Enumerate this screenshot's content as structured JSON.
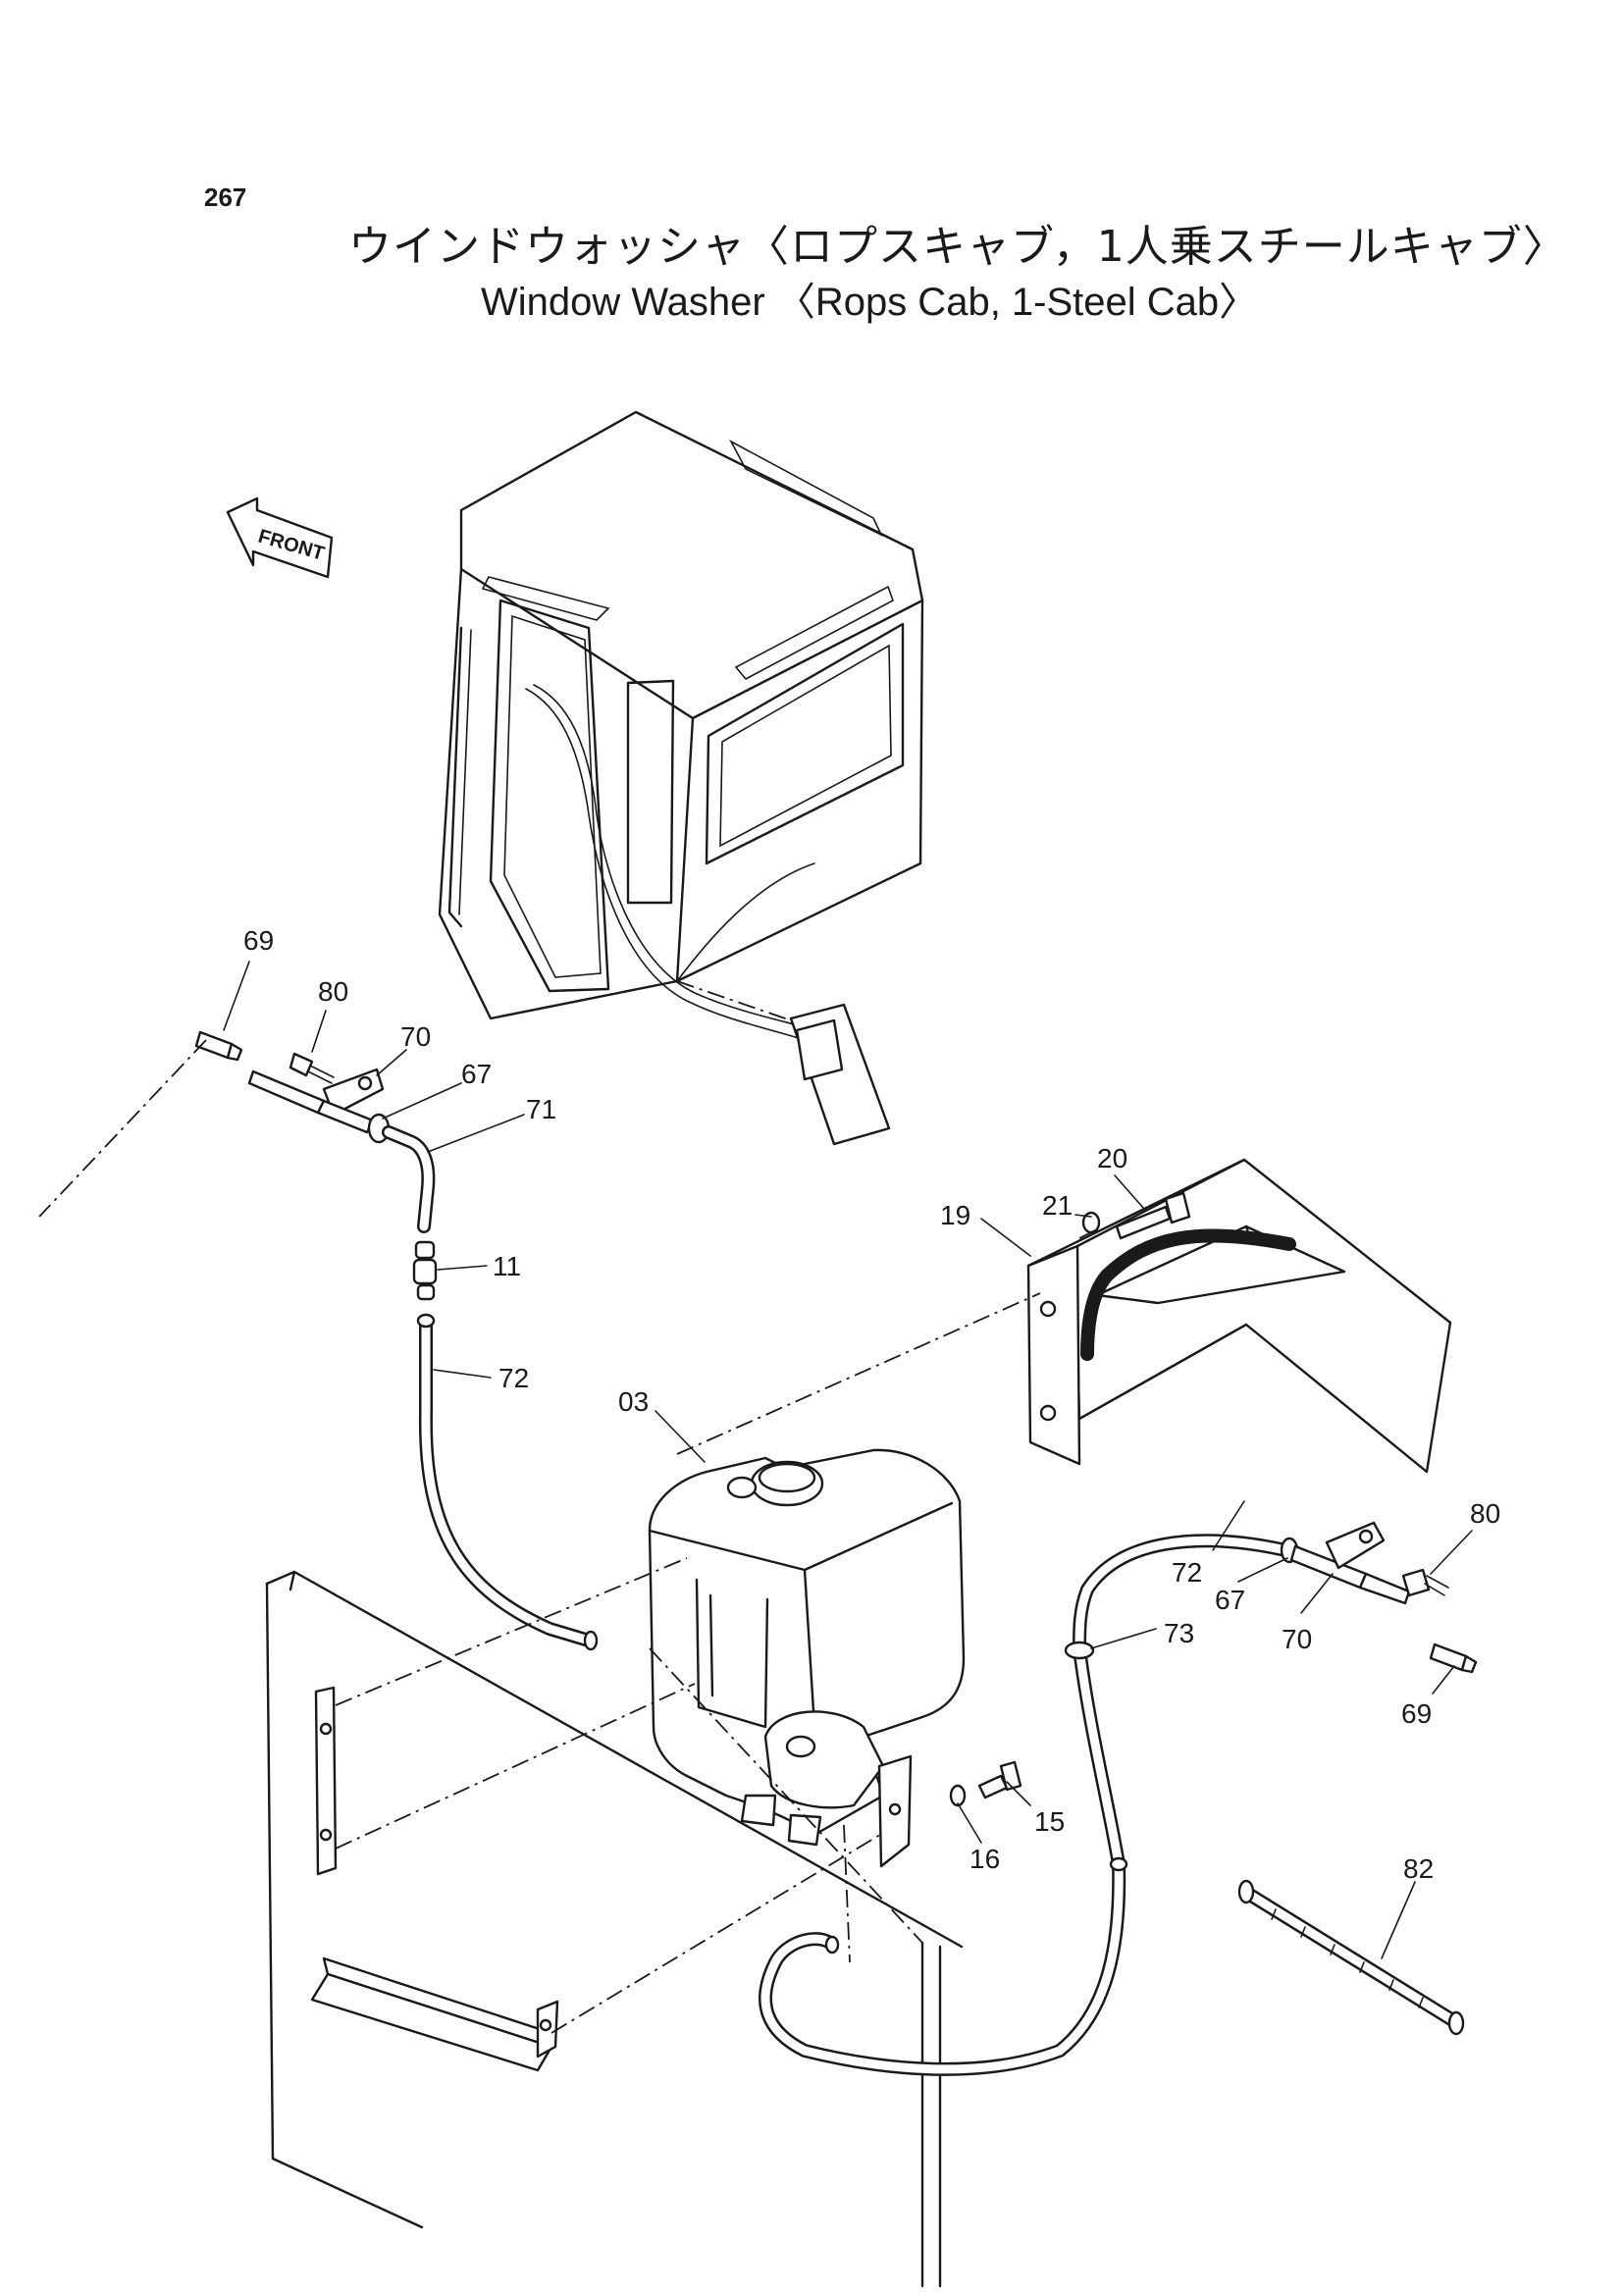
{
  "page": {
    "number": "267",
    "title_jp": "ウインドウォッシャ〈ロプスキャブ，1人乗スチールキャブ〉",
    "title_en": "Window Washer 〈Rops Cab, 1-Steel Cab〉"
  },
  "diagram": {
    "front_label": "FRONT",
    "callouts": {
      "p69_top": "69",
      "p80_top": "80",
      "p70_top": "70",
      "p67_top": "67",
      "p71": "71",
      "p11": "11",
      "p72_left": "72",
      "p03": "03",
      "p20": "20",
      "p21": "21",
      "p19": "19",
      "p80_right": "80",
      "p72_right": "72",
      "p67_right": "67",
      "p73": "73",
      "p70_right": "70",
      "p69_right": "69",
      "p15": "15",
      "p16": "16",
      "p82": "82"
    }
  }
}
